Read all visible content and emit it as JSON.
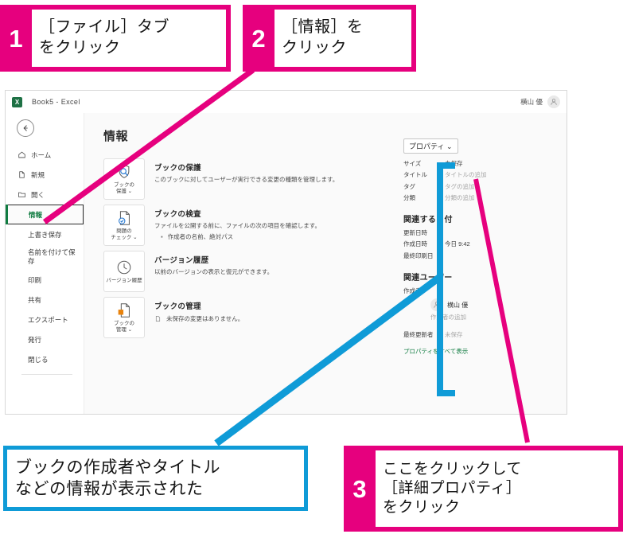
{
  "steps": [
    {
      "number": "1",
      "text": "［ファイル］タブ\nをクリック"
    },
    {
      "number": "2",
      "text": "［情報］を\nクリック"
    },
    {
      "number": "3",
      "text": "ここをクリックして\n［詳細プロパティ］\nをクリック"
    }
  ],
  "result_callout": {
    "text": "ブックの作成者やタイトル\nなどの情報が表示された"
  },
  "colors": {
    "accent_pink": "#E6007E",
    "accent_blue": "#0F9BD7",
    "excel_green": "#107C41"
  },
  "excel": {
    "titlebar": {
      "app_icon": "excel-logo-icon",
      "document_title": "Book5  -  Excel",
      "account_name": "横山 優",
      "account_avatar": "person-avatar-icon"
    },
    "nav": {
      "back_icon": "back-arrow-icon",
      "items": [
        {
          "label": "ホーム",
          "icon": "home-icon",
          "selected": false
        },
        {
          "label": "新規",
          "icon": "new-document-icon",
          "selected": false
        },
        {
          "label": "開く",
          "icon": "open-folder-icon",
          "selected": false
        },
        {
          "label": "情報",
          "icon": "",
          "selected": true
        },
        {
          "label": "上書き保存",
          "icon": "",
          "selected": false
        },
        {
          "label": "名前を付けて保\n存",
          "icon": "",
          "selected": false
        },
        {
          "label": "印刷",
          "icon": "",
          "selected": false
        },
        {
          "label": "共有",
          "icon": "",
          "selected": false
        },
        {
          "label": "エクスポート",
          "icon": "",
          "selected": false
        },
        {
          "label": "発行",
          "icon": "",
          "selected": false
        },
        {
          "label": "閉じる",
          "icon": "",
          "selected": false
        }
      ]
    },
    "page_heading": "情報",
    "cards": [
      {
        "tile_label": "ブックの\n保護 ⌄",
        "tile_icon": "shield-magnifier-icon",
        "title": "ブックの保護",
        "desc": "このブックに対してユーザーが実行できる変更の種類を管理します。",
        "bullet": "",
        "subline": ""
      },
      {
        "tile_label": "問題の\nチェック ⌄",
        "tile_icon": "document-check-icon",
        "title": "ブックの検査",
        "desc": "ファイルを公開する前に、ファイルの次の項目を確認します。",
        "bullet": "作成者の名前、絶対パス",
        "subline": ""
      },
      {
        "tile_label": "バージョン履歴",
        "tile_icon": "clock-history-icon",
        "title": "バージョン履歴",
        "desc": "以前のバージョンの表示と復元ができます。",
        "bullet": "",
        "subline": ""
      },
      {
        "tile_label": "ブックの\n管理 ⌄",
        "tile_icon": "document-manage-icon",
        "title": "ブックの管理",
        "desc": "",
        "bullet": "",
        "subline": "未保存の変更はありません。"
      }
    ],
    "properties": {
      "button_label": "プロパティ ⌄",
      "rows": [
        {
          "key": "サイズ",
          "value": "未保存",
          "placeholder": false
        },
        {
          "key": "タイトル",
          "value": "タイトルの追加",
          "placeholder": true
        },
        {
          "key": "タグ",
          "value": "タグの追加",
          "placeholder": true
        },
        {
          "key": "分類",
          "value": "分類の追加",
          "placeholder": true
        }
      ],
      "dates_section": "関連する日付",
      "date_rows": [
        {
          "key": "更新日時",
          "value": "",
          "placeholder": false
        },
        {
          "key": "作成日時",
          "value": "今日 9:42",
          "placeholder": false
        },
        {
          "key": "最終印刷日",
          "value": "",
          "placeholder": false
        }
      ],
      "users_section": "関連ユーザー",
      "author_key": "作成者",
      "author_name": "横山 優",
      "author_avatar": "person-avatar-icon",
      "author_add": "作成者の追加",
      "last_modified_key": "最終更新者",
      "last_modified_value": "未保存",
      "show_all_link": "プロパティをすべて表示"
    }
  }
}
